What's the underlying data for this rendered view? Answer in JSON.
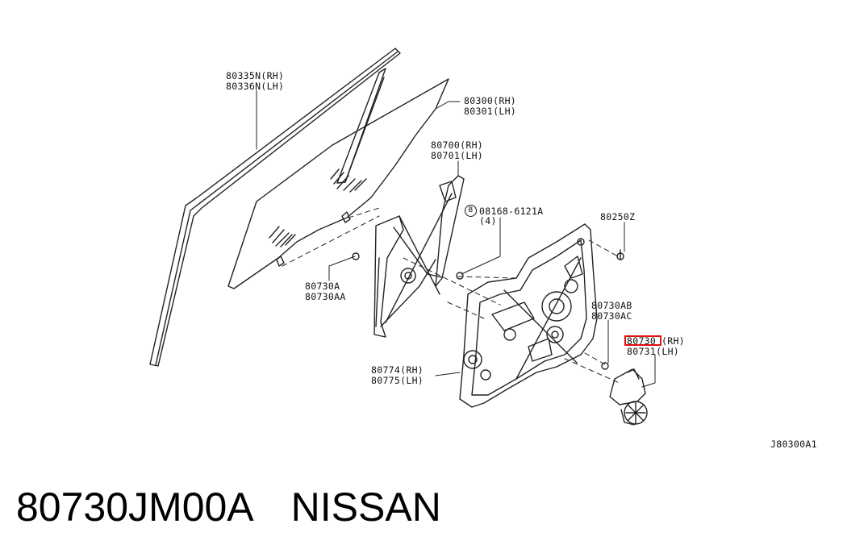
{
  "labels": {
    "weatherstrip_rh": "80335N(RH)",
    "weatherstrip_lh": "80336N(LH)",
    "glass_rh": "80300(RH)",
    "glass_lh": "80301(LH)",
    "regulator_rh": "80700(RH)",
    "regulator_lh": "80701(LH)",
    "bolt_part": "08168-6121A",
    "bolt_circle": "B",
    "bolt_qty": "(4)",
    "screw": "80250Z",
    "bolt_a": "80730A",
    "bolt_aa": "80730AA",
    "bolt_ab": "80730AB",
    "bolt_ac": "80730AC",
    "motor_rh_num": "80730",
    "motor_rh_side": "(RH)",
    "motor_lh": "80731(LH)",
    "module_rh": "80774(RH)",
    "module_lh": "80775(LH)",
    "figure_id": "J80300A1"
  },
  "caption": {
    "part_number": "80730JM00A",
    "brand": "NISSAN"
  },
  "highlight_color": "#e01010"
}
